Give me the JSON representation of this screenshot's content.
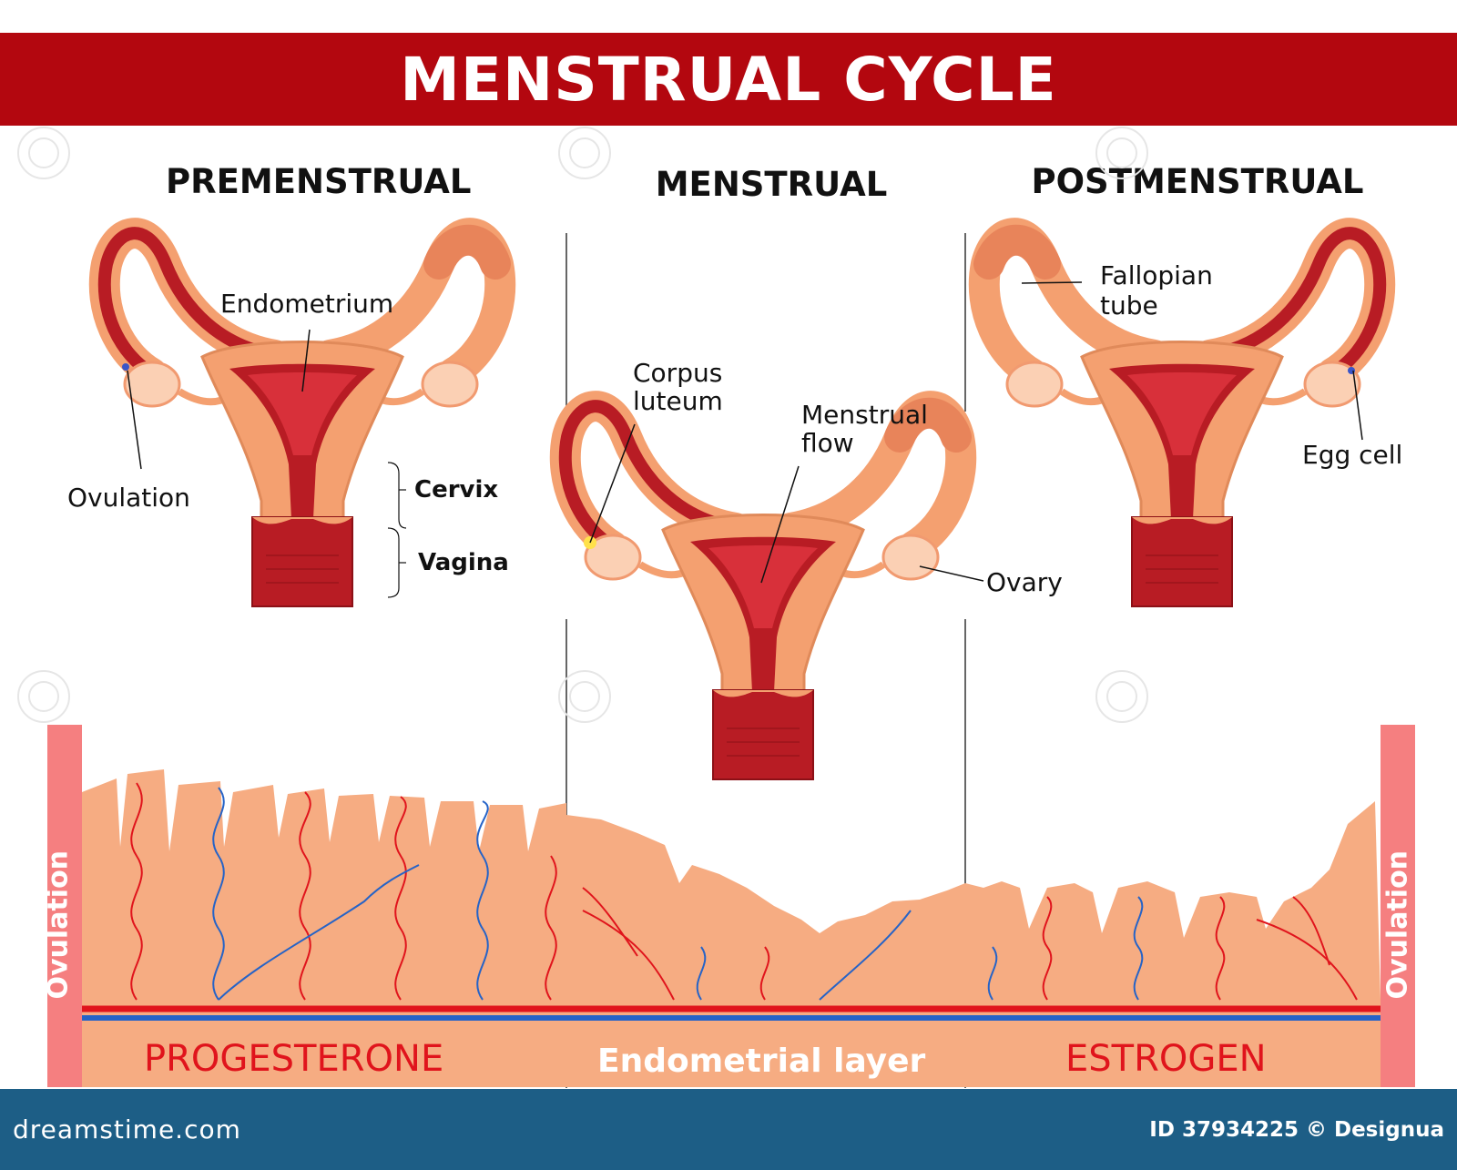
{
  "title": "MENSTRUAL CYCLE",
  "phases": {
    "premenstrual": "PREMENSTRUAL",
    "menstrual": "MENSTRUAL",
    "postmenstrual": "POSTMENSTRUAL"
  },
  "labels": {
    "endometrium": "Endometrium",
    "ovulation": "Ovulation",
    "cervix": "Cervix",
    "vagina": "Vagina",
    "corpus_luteum_1": "Corpus",
    "corpus_luteum_2": "luteum",
    "menstrual_flow_1": "Menstrual",
    "menstrual_flow_2": "flow",
    "fallopian_tube_1": "Fallopian",
    "fallopian_tube_2": "tube",
    "ovary": "Ovary",
    "egg_cell": "Egg cell"
  },
  "layer": {
    "left_side_label": "Ovulation",
    "right_side_label": "Ovulation",
    "progesterone": "PROGESTERONE",
    "endometrial_layer": "Endometrial layer",
    "estrogen": "ESTROGEN"
  },
  "footer": {
    "site": "dreamstime.com",
    "id_credit": "ID 37934225 © Designua"
  },
  "colors": {
    "title_bar": "#b3070f",
    "uterus_fill": "#f4a070",
    "uterus_dark": "#b81c24",
    "endometrium": "#f7b98a",
    "artery": "#e0141c",
    "vein": "#2563c7",
    "ovulation_bar": "#f57f80",
    "footer": "#1d5e86",
    "progesterone_text": "#e0141c",
    "estrogen_text": "#e0141c"
  }
}
